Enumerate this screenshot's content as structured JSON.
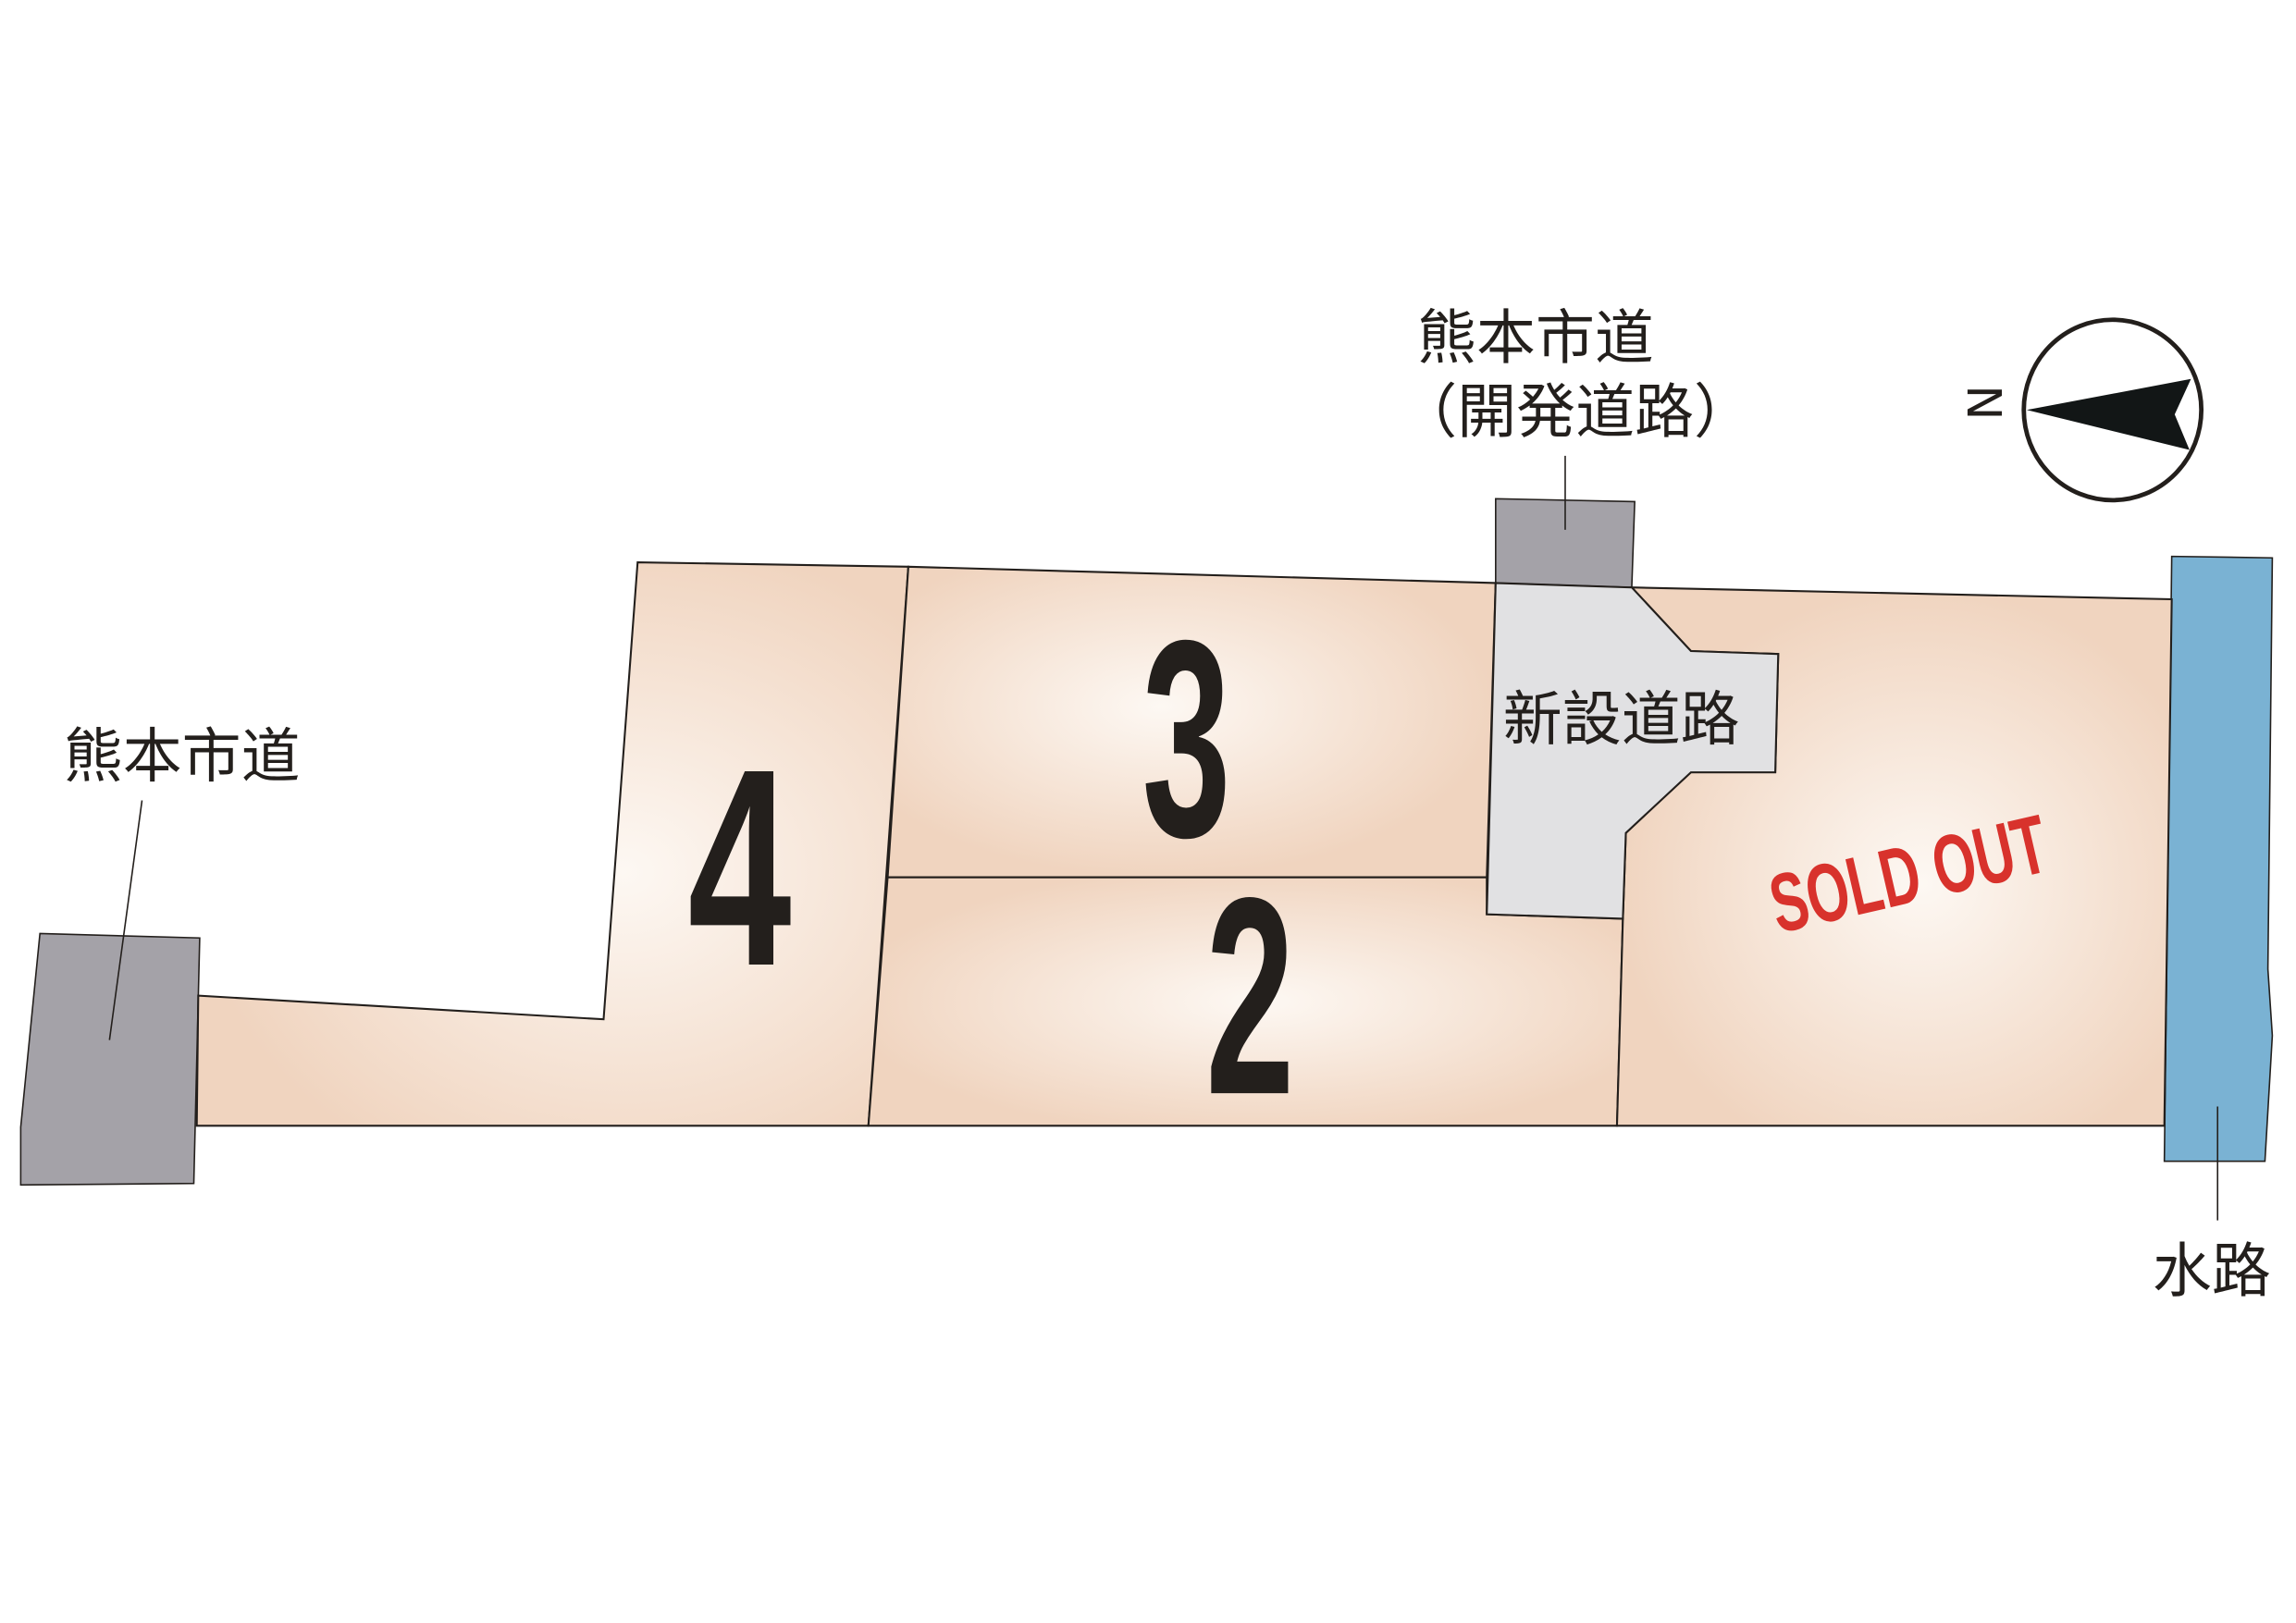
{
  "labels": {
    "city_road_left": "熊本市道",
    "city_road_top_line1": "熊本市道",
    "city_road_top_line2": "（開発道路）",
    "new_road": "新設道路",
    "waterway": "水路",
    "north": "N"
  },
  "lots": [
    {
      "number": "4",
      "status": "available"
    },
    {
      "number": "3",
      "status": "available"
    },
    {
      "number": "2",
      "status": "available"
    },
    {
      "number": "",
      "status": "sold",
      "status_label": "SOLD OUT"
    }
  ],
  "colors": {
    "lot_fill": "#f0d4bf",
    "lot_highlight": "#fdf8f3",
    "road_gray": "#a4a2a8",
    "new_road": "#e1e1e3",
    "waterway": "#7ab2d3",
    "sold_red": "#d8322c",
    "ink": "#231f1c"
  }
}
